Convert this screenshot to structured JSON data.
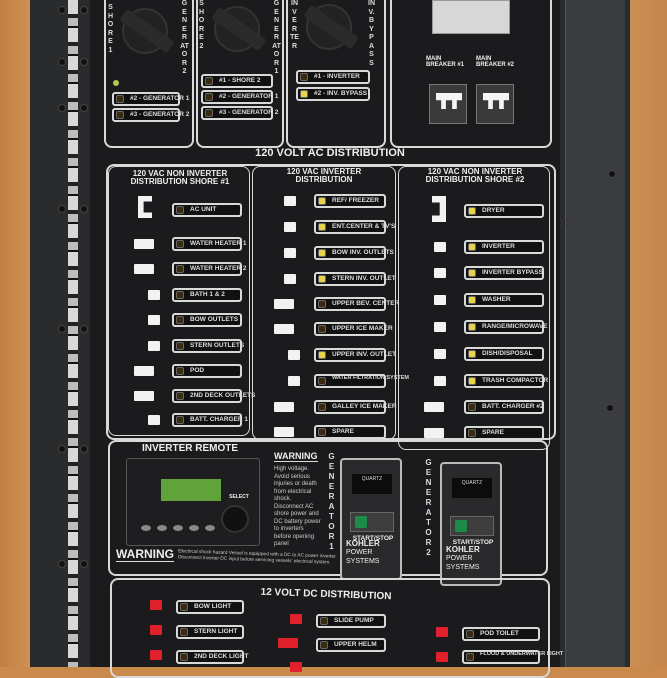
{
  "scene": {
    "description": "Boat electrical distribution panel mounted in wooden cabinet",
    "colors": {
      "wood": "#c98a4b",
      "panel": "#1b1b1d",
      "label_border": "#d9d9d9",
      "led_on": "#e8d34a",
      "dc_switch": "#e0202a",
      "lcd": "#5fa33a",
      "start_button": "#1d8c4a"
    }
  },
  "source_selectors": [
    {
      "vertical_left": "SHORE 1",
      "vertical_right": "GENERATOR 2",
      "labels": [
        "#2 - GENERATOR 1",
        "#3 - GENERATOR 2"
      ]
    },
    {
      "vertical_left": "SHORE 2",
      "vertical_right": "GENERATOR 1",
      "labels": [
        "#1 - SHORE 2",
        "#2 - GENERATOR 1",
        "#3 - GENERATOR 2"
      ]
    },
    {
      "vertical_left": "INVERTER",
      "vertical_right": "INV. BYPASS",
      "labels": [
        "#1 - INVERTER",
        "#2 - INV. BYPASS"
      ]
    }
  ],
  "main_breakers": [
    {
      "label_line1": "MAIN",
      "label_line2": "BREAKER #1"
    },
    {
      "label_line1": "MAIN",
      "label_line2": "BREAKER #2"
    }
  ],
  "ac_distribution": {
    "title": "120 VOLT AC DISTRIBUTION",
    "columns": [
      {
        "title_line1": "120 VAC NON INVERTER",
        "title_line2": "DISTRIBUTION SHORE #1",
        "circuits": [
          "AC UNIT",
          "WATER HEATER 1",
          "WATER HEATER 2",
          "BATH 1 & 2",
          "BOW OUTLETS",
          "STERN OUTLETS",
          "POD",
          "2ND DECK OUTLETS",
          "BATT. CHARGER 1"
        ]
      },
      {
        "title_line1": "120 VAC INVERTER",
        "title_line2": "DISTRIBUTION",
        "circuits": [
          "REF/ FREEZER",
          "ENT.CENTER & TV'S",
          "BOW INV. OUTLETS",
          "STERN INV. OUTLET",
          "UPPER BEV. CENTER",
          "UPPER ICE MAKER",
          "UPPER INV. OUTLET",
          "WATER FILTRATION SYSTEM",
          "GALLEY ICE MAKER",
          "SPARE"
        ]
      },
      {
        "title_line1": "120 VAC NON INVERTER",
        "title_line2": "DISTRIBUTION SHORE #2",
        "circuits": [
          "DRYER",
          "INVERTER",
          "INVERTER BYPASS",
          "WASHER",
          "RANGE/MICROWAVE",
          "DISH/DISPOSAL",
          "TRASH COMPACTOR",
          "BATT. CHARGER #2",
          "SPARE"
        ]
      }
    ]
  },
  "inverter_remote": {
    "title": "INVERTER REMOTE",
    "select_label": "SELECT",
    "warning_title": "WARNING",
    "warning_text": "High voltage. Avoid serious injuries or death from electrical shock. Disconnect AC shore power and DC battery power to inverters before opening panel",
    "bottom_warning_title": "WARNING",
    "bottom_warning_text": "Electrical shock hazard Vessel is equipped with a DC to AC power inverter. Disconnect inverter DC input before servicing vessels' electrical system."
  },
  "generators": [
    {
      "vertical_label": "GENERATOR 1",
      "meter": "QUARTZ",
      "button": "START/STOP",
      "brand": "KOHLER",
      "brand_sub": "POWER SYSTEMS"
    },
    {
      "vertical_label": "GENERATOR 2",
      "meter": "QUARTZ",
      "button": "START/STOP",
      "brand": "KOHLER",
      "brand_sub": "POWER SYSTEMS"
    }
  ],
  "dc_distribution": {
    "title": "12 VOLT DC DISTRIBUTION",
    "columns": [
      [
        "BOW LIGHT",
        "STERN LIGHT",
        "2ND DECK LIGHT"
      ],
      [
        "SLIDE PUMP",
        "UPPER HELM",
        ""
      ],
      [
        "POD TOILET",
        "FLOOD & UNDERWATER LIGHT"
      ]
    ]
  }
}
